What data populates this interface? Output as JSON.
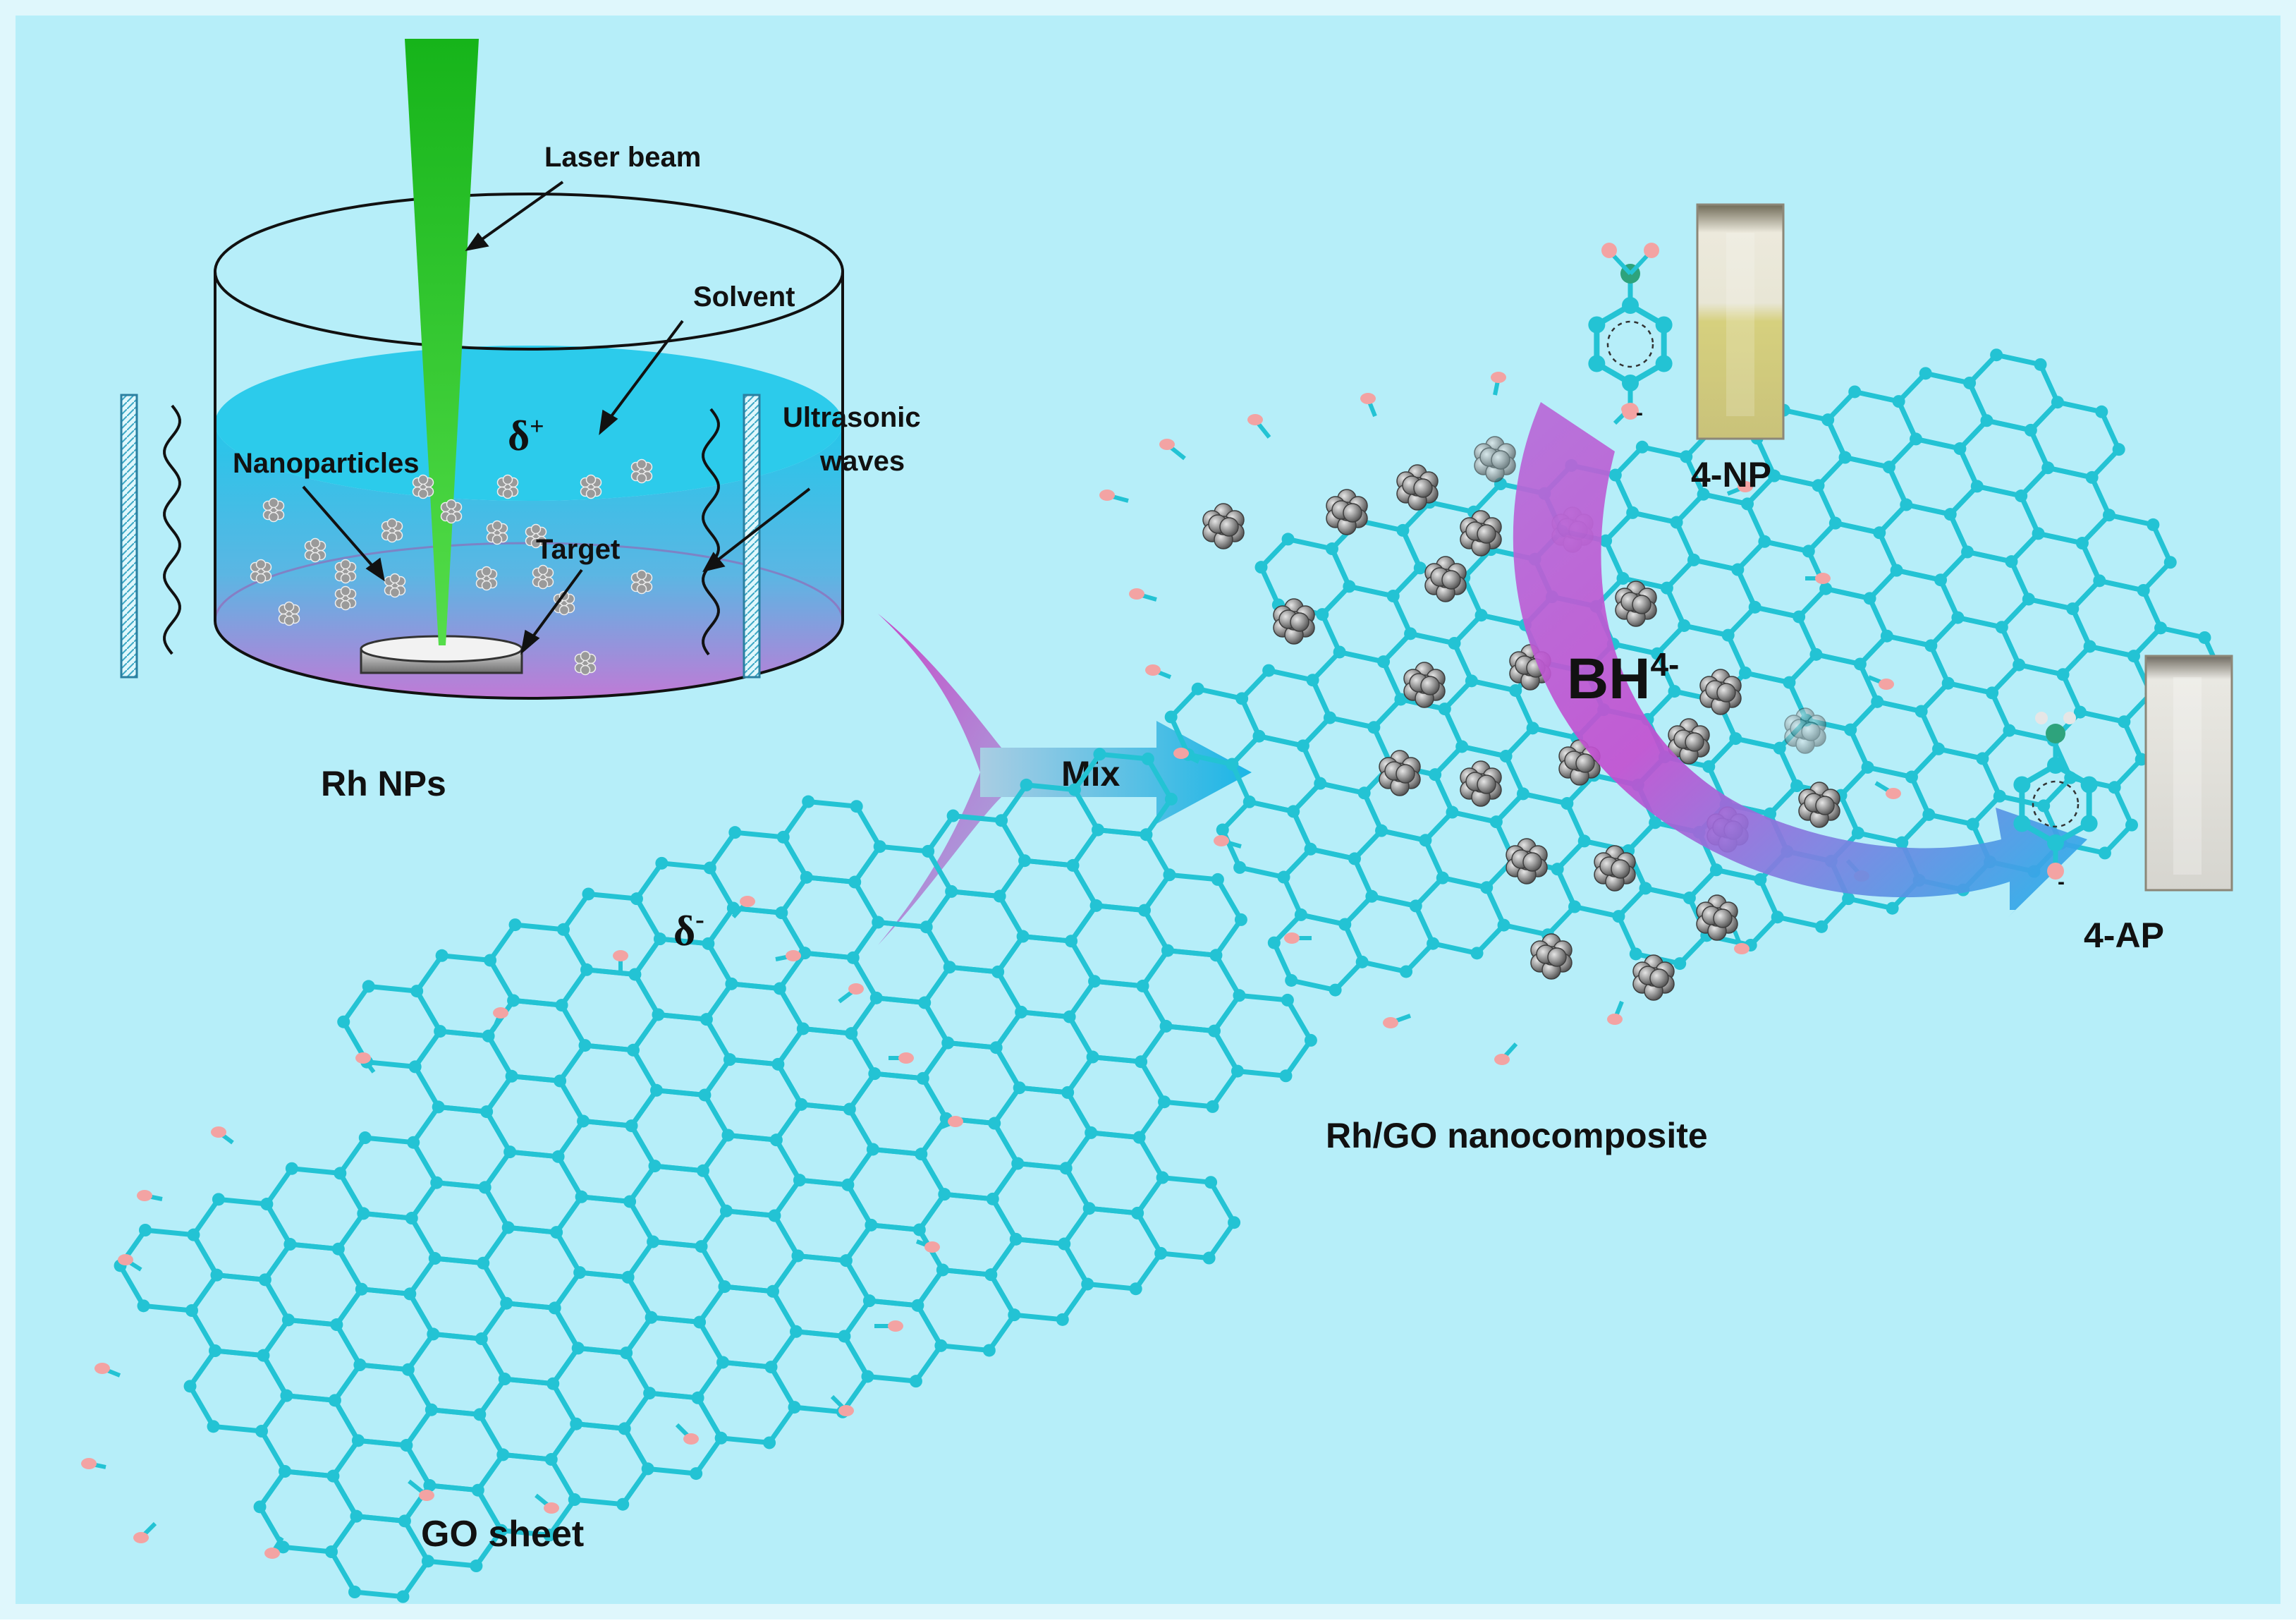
{
  "colors": {
    "background": "#b6eef9",
    "frame": "#dff7fc",
    "graphene": "#23c3d4",
    "oxygen": "#f3a3a3",
    "nitrogen": "#2ea37c",
    "particle": "#8a8a8a",
    "laser": "#1fc21a",
    "arrow_blue": "#2aaee0",
    "arrow_purple": "#c04cc8",
    "liquid_top": "#29c8ea",
    "liquid_bottom": "#c27ad6",
    "vial_yellow": "#d8d28a",
    "vial_clear": "#cfcfc8"
  },
  "labels": {
    "laser_beam": "Laser beam",
    "solvent": "Solvent",
    "ultrasonic_line1": "Ultrasonic",
    "ultrasonic_line2": "waves",
    "nanoparticles": "Nanoparticles",
    "target": "Target",
    "delta_plus": "δ",
    "delta_plus_sup": "+",
    "delta_minus": "δ",
    "delta_minus_sup": "-",
    "rh_nps": "Rh NPs",
    "mix": "Mix",
    "go_sheet": "GO sheet",
    "rh_go": "Rh/GO nanocomposite",
    "bh4": "BH",
    "bh4_sup": "4-",
    "four_np": "4-NP",
    "four_ap": "4-AP",
    "minus_np": "-",
    "minus_ap": "-"
  },
  "icons": {
    "graphene_sheet": "graphene-oxide-lattice",
    "rh_cluster": "rhodium-cluster",
    "molecule_np": "4-nitrophenolate-molecule",
    "molecule_ap": "4-aminophenolate-molecule",
    "vial_np": "cuvette-yellow",
    "vial_ap": "cuvette-clear"
  }
}
